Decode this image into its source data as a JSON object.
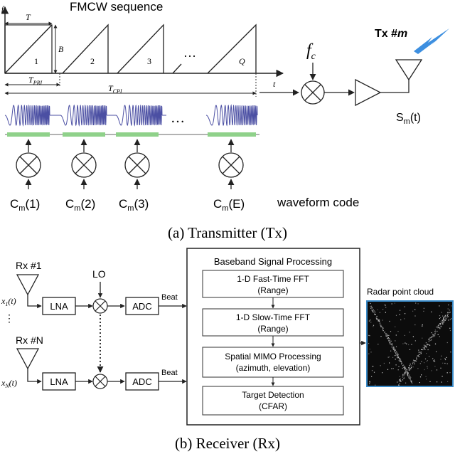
{
  "transmitter": {
    "sequence_title": "FMCW sequence",
    "axis_f": "f",
    "axis_t": "t",
    "label_T": "T",
    "label_B": "B",
    "chirp_labels": [
      "1",
      "2",
      "3",
      "Q"
    ],
    "ellipsis": "…",
    "label_T_PRI": "T",
    "label_T_PRI_sub": "PRI",
    "label_T_CPI": "T",
    "label_T_CPI_sub": "CPI",
    "carrier": "f",
    "carrier_sub": "c",
    "tx_label": "Tx #",
    "tx_label_italic": "m",
    "signal_label": "S",
    "signal_sub": "m",
    "signal_arg": "(t)",
    "codes": [
      {
        "base": "C",
        "sub": "m",
        "arg": "(1)"
      },
      {
        "base": "C",
        "sub": "m",
        "arg": "(2)"
      },
      {
        "base": "C",
        "sub": "m",
        "arg": "(3)"
      },
      {
        "base": "C",
        "sub": "m",
        "arg": "(E)"
      }
    ],
    "code_label": "waveform code",
    "caption": "(a) Transmitter (Tx)"
  },
  "receiver": {
    "rx1_label": "Rx #1",
    "rxN_label": "Rx #N",
    "x1": "x",
    "x1_sub": "1",
    "x1_arg": "(t)",
    "xN": "x",
    "xN_sub": "N",
    "xN_arg": "(t)",
    "vdots": "⋮",
    "lna": "LNA",
    "lo": "LO",
    "adc": "ADC",
    "beat": "Beat",
    "bsp_title": "Baseband Signal Processing",
    "stages": [
      {
        "line1": "1-D Fast-Time FFT",
        "line2": "(Range)"
      },
      {
        "line1": "1-D Slow-Time FFT",
        "line2": "(Range)"
      },
      {
        "line1": "Spatial MIMO Processing",
        "line2": "(azimuth, elevation)"
      },
      {
        "line1": "Target Detection",
        "line2": "(CFAR)"
      }
    ],
    "pointcloud_label": "Radar point cloud",
    "caption": "(b) Receiver (Rx)"
  },
  "colors": {
    "chirp_wave": "#4b4fa3",
    "code_bar": "#8fd18a",
    "lightning": "#3d8fe0",
    "pointcloud_border": "#3a8bc8"
  }
}
